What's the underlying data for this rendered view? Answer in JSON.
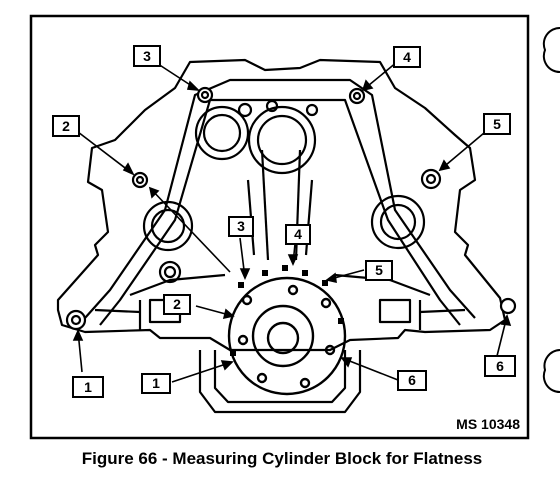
{
  "figure": {
    "caption": "Figure 66 - Measuring Cylinder Block for Flatness",
    "ref_code": "MS 10348"
  },
  "callouts": {
    "outer": [
      "1",
      "2",
      "3",
      "4",
      "5",
      "6"
    ],
    "inner": [
      "1",
      "2",
      "3",
      "4",
      "5",
      "6"
    ]
  },
  "colors": {
    "ink": "#000000",
    "paper": "#ffffff"
  }
}
